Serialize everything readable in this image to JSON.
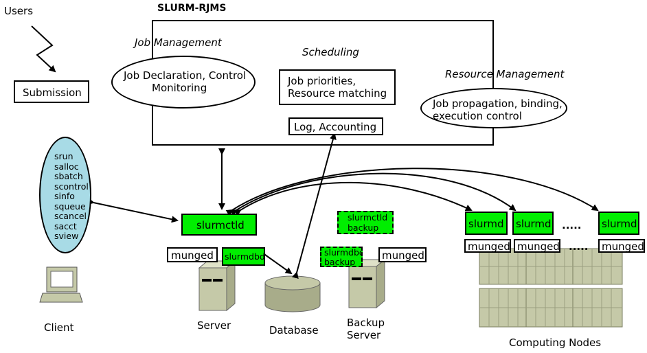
{
  "labels": {
    "users": "Users",
    "title": "SLURM-RJMS",
    "job_management": "Job Management",
    "scheduling": "Scheduling",
    "resource_management": "Resource Management",
    "client": "Client",
    "server": "Server",
    "database": "Database",
    "backup_server": [
      "Backup",
      "Server"
    ],
    "computing_nodes": "Computing Nodes",
    "dots1": ".....",
    "dots2": "....."
  },
  "boxes": {
    "submission": "Submission",
    "job_decl": [
      "Job Declaration, Control",
      "Monitoring"
    ],
    "job_prio": [
      "Job priorities,",
      "Resource matching"
    ],
    "log_acc": "Log, Accounting",
    "job_prop": [
      "Job propagation, binding,",
      "execution control"
    ],
    "slurmctld": "slurmctld",
    "slurmctld_backup": [
      "slurmctld",
      "backup"
    ],
    "slurmdbd": "slurmdbd",
    "slurmdbd_backup": [
      "slurmdbd",
      "backup"
    ],
    "munged_server": "munged",
    "munged_backup": "munged",
    "slurmd": [
      "slurmd",
      "slurmd",
      "slurmd"
    ],
    "munged_nodes": [
      "munged",
      "munged",
      "munged"
    ]
  },
  "commands": [
    "srun",
    "salloc",
    "sbatch",
    "scontrol",
    "sinfo",
    "squeue",
    "scancel",
    "sacct",
    "sview"
  ],
  "colors": {
    "green": "#00ee00",
    "client_ellipse": "#a8dbe6",
    "hardware": "#c5c9a8"
  }
}
